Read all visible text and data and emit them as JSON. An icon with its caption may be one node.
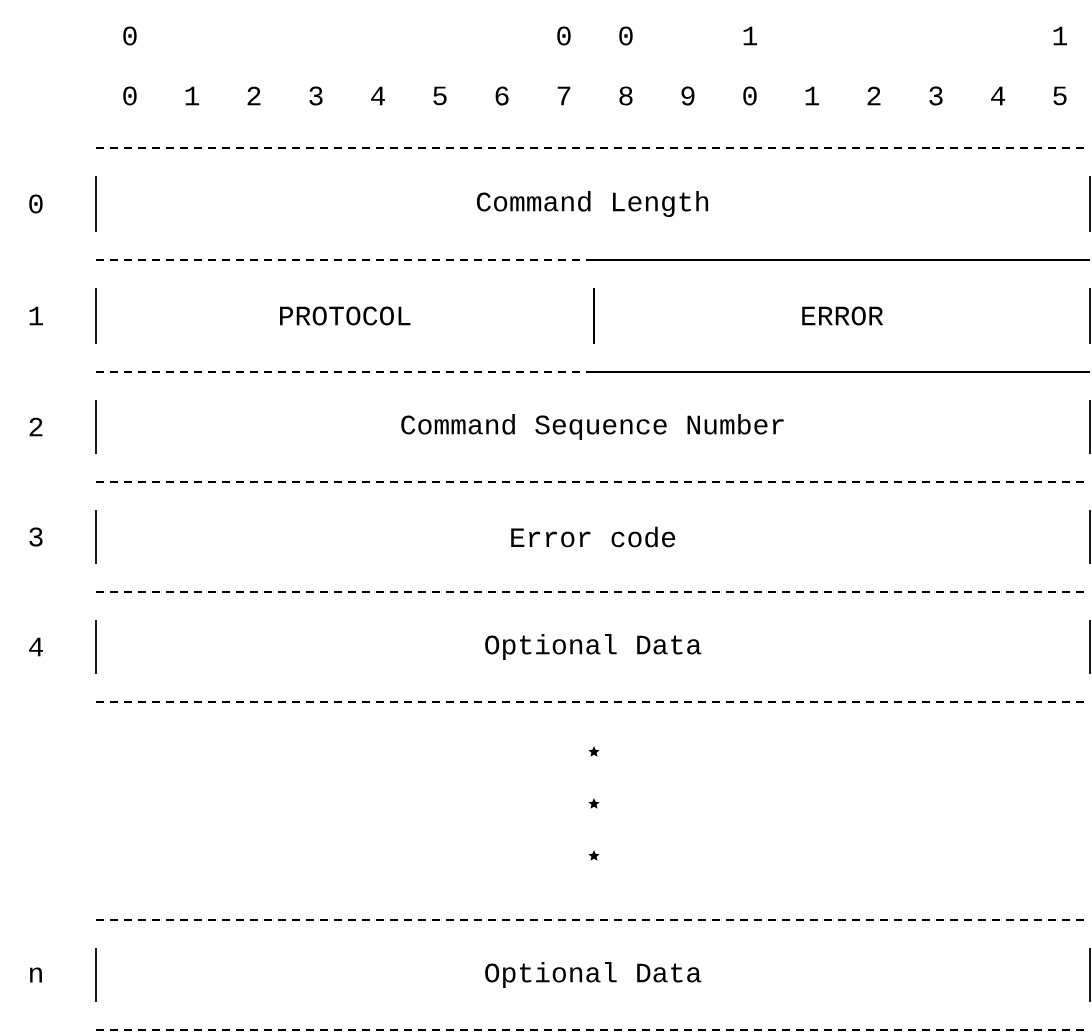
{
  "diagram": {
    "nodes": [
      {
        "text": [
          "Command Length"
        ]
      },
      {
        "text": [
          "PROTOCOL"
        ]
      },
      {
        "text": [
          "ERROR"
        ]
      },
      {
        "text": [
          "Command Sequence Number"
        ]
      },
      {
        "text": [
          "Error code"
        ]
      },
      {
        "text": [
          "Optional Data"
        ]
      },
      {
        "text": [
          "Optional Data"
        ]
      }
    ],
    "labels": [
      "0",
      "0",
      "0",
      "1",
      "1",
      "0",
      "1",
      "2",
      "3",
      "4",
      "5",
      "6",
      "7",
      "8",
      "9",
      "0",
      "1",
      "2",
      "3",
      "4",
      "5",
      "0",
      "1",
      "2",
      "3",
      "4",
      "n"
    ]
  }
}
